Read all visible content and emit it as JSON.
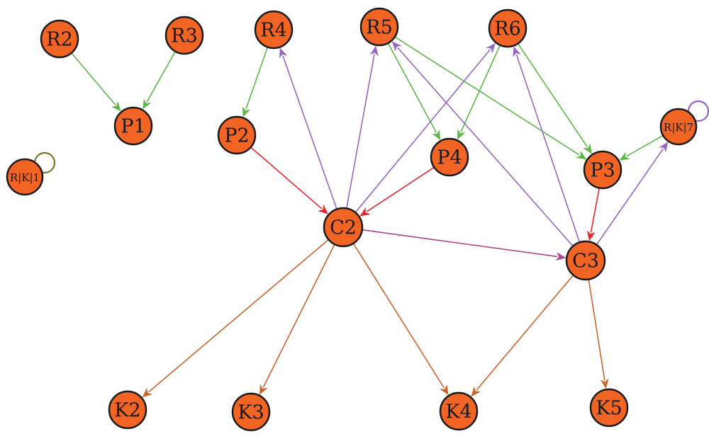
{
  "colors": {
    "node_fill": "#f26424",
    "node_stroke": "#1a1a1a",
    "green": "#5cb847",
    "purple": "#9468c0",
    "red": "#e8262a",
    "magenta": "#b0428a",
    "brown": "#c9662a",
    "olive": "#7a7a2a"
  },
  "nodes": [
    {
      "id": "R2",
      "label": "R2"
    },
    {
      "id": "R3",
      "label": "R3"
    },
    {
      "id": "P1",
      "label": "P1"
    },
    {
      "id": "RIKI1",
      "label": "R|K|1"
    },
    {
      "id": "R4",
      "label": "R4"
    },
    {
      "id": "P2",
      "label": "P2"
    },
    {
      "id": "R5",
      "label": "R5"
    },
    {
      "id": "R6",
      "label": "R6"
    },
    {
      "id": "P4",
      "label": "P4"
    },
    {
      "id": "RIKI7",
      "label": "R|K|7"
    },
    {
      "id": "P3",
      "label": "P3"
    },
    {
      "id": "C2",
      "label": "C2"
    },
    {
      "id": "C3",
      "label": "C3"
    },
    {
      "id": "K2",
      "label": "K2"
    },
    {
      "id": "K3",
      "label": "K3"
    },
    {
      "id": "K4",
      "label": "K4"
    },
    {
      "id": "K5",
      "label": "K5"
    }
  ],
  "edges": [
    {
      "from": "R2",
      "to": "P1",
      "color": "green"
    },
    {
      "from": "R3",
      "to": "P1",
      "color": "green"
    },
    {
      "from": "R4",
      "to": "P2",
      "color": "green"
    },
    {
      "from": "R5",
      "to": "P4",
      "color": "green"
    },
    {
      "from": "R6",
      "to": "P4",
      "color": "green"
    },
    {
      "from": "R5",
      "to": "P3",
      "color": "green"
    },
    {
      "from": "R6",
      "to": "P3",
      "color": "green"
    },
    {
      "from": "RIKI7",
      "to": "P3",
      "color": "green"
    },
    {
      "from": "C2",
      "to": "R4",
      "color": "purple"
    },
    {
      "from": "C2",
      "to": "R5",
      "color": "purple"
    },
    {
      "from": "C2",
      "to": "R6",
      "color": "purple"
    },
    {
      "from": "C3",
      "to": "R5",
      "color": "purple"
    },
    {
      "from": "C3",
      "to": "R6",
      "color": "purple"
    },
    {
      "from": "C3",
      "to": "RIKI7",
      "color": "purple"
    },
    {
      "from": "P2",
      "to": "C2",
      "color": "red"
    },
    {
      "from": "P4",
      "to": "C2",
      "color": "red"
    },
    {
      "from": "P3",
      "to": "C3",
      "color": "red"
    },
    {
      "from": "C2",
      "to": "C3",
      "color": "magenta"
    },
    {
      "from": "C2",
      "to": "K2",
      "color": "brown"
    },
    {
      "from": "C2",
      "to": "K3",
      "color": "brown"
    },
    {
      "from": "C2",
      "to": "K4",
      "color": "brown"
    },
    {
      "from": "C3",
      "to": "K4",
      "color": "brown"
    },
    {
      "from": "C3",
      "to": "K5",
      "color": "brown"
    }
  ],
  "self_loops": [
    {
      "node": "RIKI1",
      "color": "olive"
    },
    {
      "node": "RIKI7",
      "color": "purple"
    }
  ]
}
